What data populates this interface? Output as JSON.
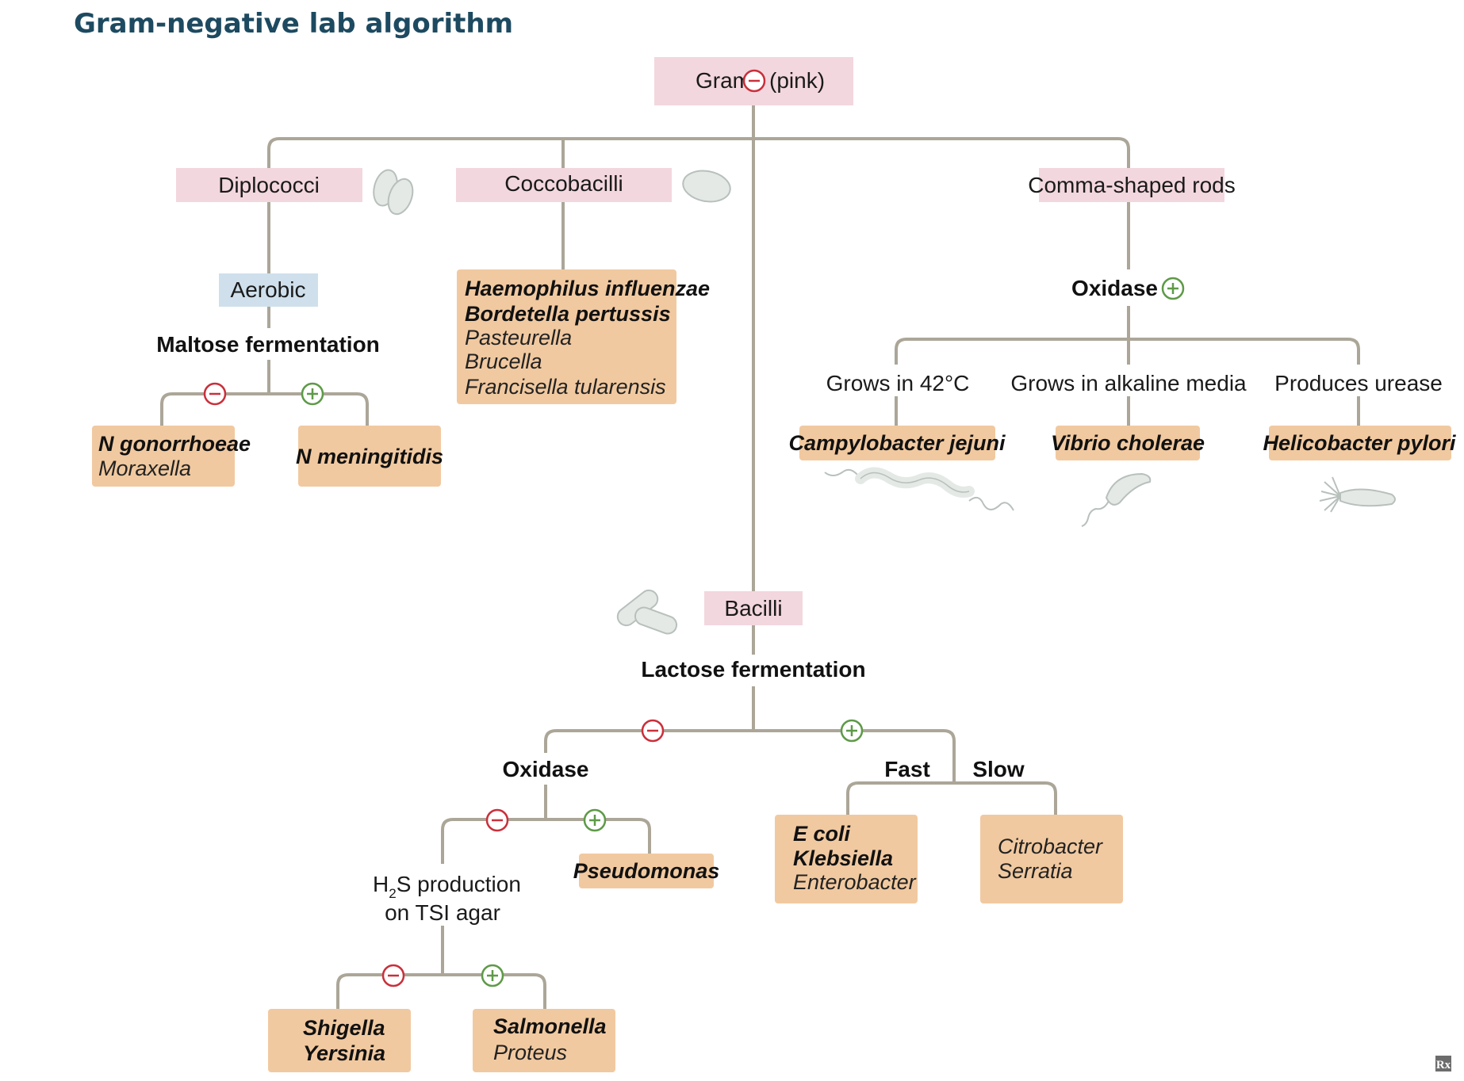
{
  "title": "Gram-negative lab algorithm",
  "root": {
    "left": "Gram",
    "right": "(pink)"
  },
  "shapes": {
    "diplococci": "Diplococci",
    "coccobacilli": "Coccobacilli",
    "comma_rods": "Comma-shaped rods",
    "bacilli": "Bacilli"
  },
  "diplococci_branch": {
    "aerobic": "Aerobic",
    "test": "Maltose fermentation",
    "neg_result": {
      "bold": "N gonorrhoeae",
      "normal": "Moraxella"
    },
    "pos_result": {
      "bold": "N meningitidis"
    }
  },
  "coccobacilli_branch": {
    "bold": [
      "Haemophilus influenzae",
      "Bordetella pertussis"
    ],
    "normal": [
      "Pasteurella",
      "Brucella",
      "Francisella tularensis"
    ]
  },
  "comma_branch": {
    "test": "Oxidase",
    "conditions": [
      "Grows in 42°C",
      "Grows in alkaline media",
      "Produces urease"
    ],
    "results": [
      "Campylobacter jejuni",
      "Vibrio cholerae",
      "Helicobacter pylori"
    ]
  },
  "bacilli_branch": {
    "test": "Lactose fermentation",
    "neg": {
      "test": "Oxidase",
      "neg": {
        "test_line1_a": "H",
        "test_line1_sub": "2",
        "test_line1_b": "S production",
        "test_line2": "on TSI agar",
        "neg_result": {
          "bold": [
            "Shigella",
            "Yersinia"
          ]
        },
        "pos_result": {
          "bold": "Salmonella",
          "normal": "Proteus"
        }
      },
      "pos_result": {
        "bold": "Pseudomonas"
      }
    },
    "pos": {
      "fast_label": "Fast",
      "slow_label": "Slow",
      "fast_result": {
        "bold": [
          "E coli",
          "Klebsiella"
        ],
        "normal": "Enterobacter"
      },
      "slow_result": {
        "normal": [
          "Citrobacter",
          "Serratia"
        ]
      }
    }
  },
  "watermark": "Rx",
  "icons": [
    "minus-icon",
    "plus-icon",
    "diplococci-icon",
    "coccobacilli-icon",
    "bacilli-icon",
    "campylobacter-icon",
    "vibrio-icon",
    "helicobacter-icon",
    "rx-icon"
  ],
  "colors": {
    "title": "#1d4a60",
    "pink_box": "#f3d7de",
    "blue_box": "#cfe0ec",
    "orange_box": "#f1c9a0",
    "line": "#aba698",
    "negative": "#c9303b",
    "positive": "#5e9a48"
  }
}
